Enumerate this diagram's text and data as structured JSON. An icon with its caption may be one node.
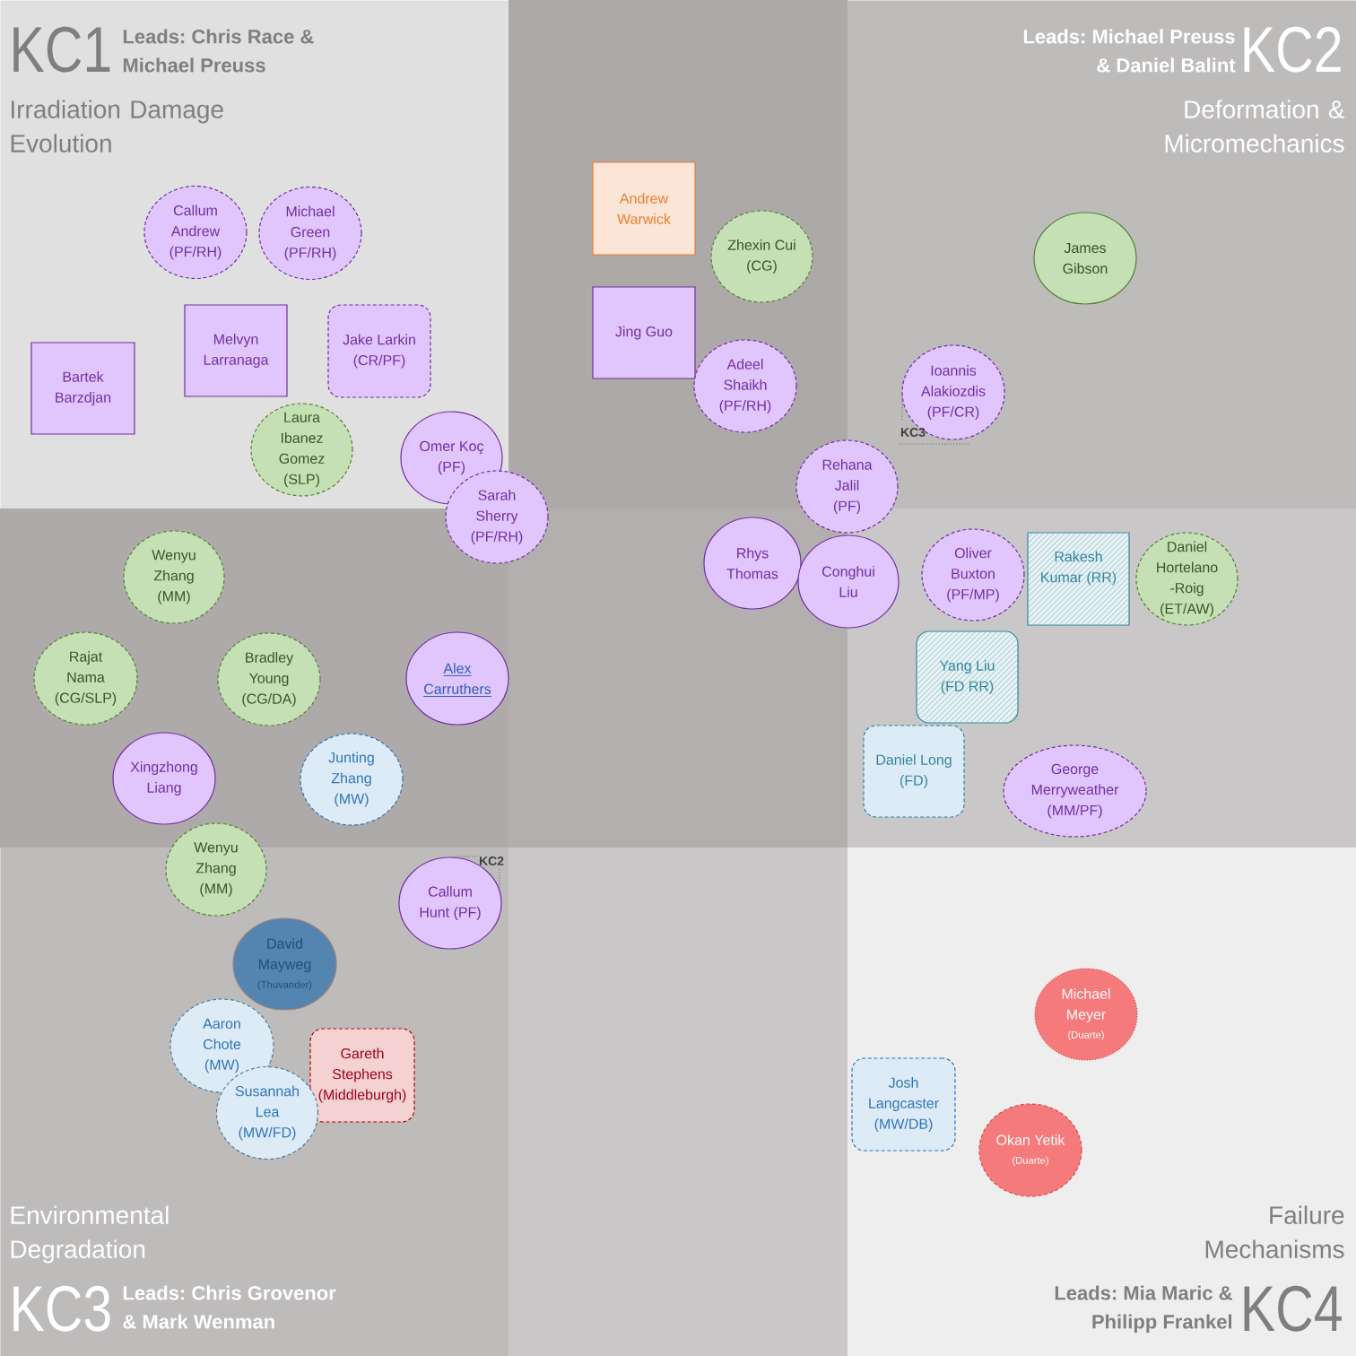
{
  "diagram": {
    "nodes": [
      {
        "text": [
          "KC1",
          "Leads: Chris Race & Michael Preuss",
          "Irradiation Damage Evolution"
        ]
      },
      {
        "text": [
          "Leads: Michael Preuss & Daniel Balint",
          "KC2",
          "Deformation & Micromechanics"
        ]
      },
      {
        "text": [
          "Environmental Degradation",
          "KC3",
          "Leads: Chris Grovenor & Mark Wenman"
        ]
      },
      {
        "text": [
          "Failure Mechanisms",
          "Leads: Mia Maric & Philipp Frankel",
          "KC4"
        ]
      },
      {
        "text": [
          "Callum Andrew (PF/RH)"
        ],
        "in": 0
      },
      {
        "text": [
          "Michael Green (PF/RH)"
        ],
        "in": 0
      },
      {
        "text": [
          "Andrew Warwick"
        ]
      },
      {
        "text": [
          "Zhexin Cui (CG)"
        ]
      },
      {
        "text": [
          "James Gibson"
        ],
        "in": 1
      },
      {
        "text": [
          "Bartek Barzdjan"
        ],
        "in": 0
      },
      {
        "text": [
          "Melvyn Larranaga"
        ],
        "in": 0
      },
      {
        "text": [
          "Jake Larkin (CR/PF)"
        ],
        "in": 0
      },
      {
        "text": [
          "Jing Guo"
        ]
      },
      {
        "text": [
          "Adeel Shaikh (PF/RH)"
        ]
      },
      {
        "text": [
          "Ioannis Alakiozdis (PF/CR)"
        ],
        "in": 1
      },
      {
        "text": [
          "Laura Ibanez Gomez (SLP)"
        ],
        "in": 0
      },
      {
        "text": [
          "Omer Koç (PF)"
        ],
        "in": 0
      },
      {
        "text": [
          "Rehana Jalil (PF)"
        ],
        "in": 1
      },
      {
        "text": [
          "Sarah Sherry (PF/RH)"
        ],
        "in": 0
      },
      {
        "text": [
          "Wenyu Zhang (MM)"
        ]
      },
      {
        "text": [
          "Rhys Thomas"
        ]
      },
      {
        "text": [
          "Conghui Liu"
        ]
      },
      {
        "text": [
          "Oliver Buxton (PF/MP)"
        ]
      },
      {
        "text": [
          "Rakesh Kumar (RR)"
        ]
      },
      {
        "text": [
          "Daniel Hortelano -Roig (ET/AW)"
        ]
      },
      {
        "text": [
          "Rajat Nama (CG/SLP)"
        ]
      },
      {
        "text": [
          "Bradley Young (CG/DA)"
        ]
      },
      {
        "text": [
          "Alex Carruthers"
        ]
      },
      {
        "text": [
          "Yang Liu (FD RR)"
        ]
      },
      {
        "text": [
          "Daniel Long (FD)"
        ]
      },
      {
        "text": [
          "Xingzhong Liang"
        ]
      },
      {
        "text": [
          "Junting Zhang (MW)"
        ]
      },
      {
        "text": [
          "George Merryweather (MM/PF)"
        ]
      },
      {
        "text": [
          "Wenyu Zhang (MM)"
        ],
        "in": 2
      },
      {
        "text": [
          "Callum Hunt (PF)"
        ],
        "in": 2
      },
      {
        "text": [
          "David Mayweg",
          "(Thuvander)"
        ],
        "in": 2
      },
      {
        "text": [
          "Michael Meyer",
          "(Duarte)"
        ],
        "in": 3
      },
      {
        "text": [
          "Aaron Chote (MW)"
        ],
        "in": 2
      },
      {
        "text": [
          "Gareth Stephens (Middleburgh)"
        ],
        "in": 2
      },
      {
        "text": [
          "Josh Langcaster (MW/DB)"
        ],
        "in": 3
      },
      {
        "text": [
          "Susannah Lea (MW/FD)"
        ],
        "in": 2
      },
      {
        "text": [
          "Okan Yetik",
          "(Duarte)"
        ],
        "in": 3
      }
    ],
    "labels": [
      "KC3",
      "KC2"
    ]
  }
}
